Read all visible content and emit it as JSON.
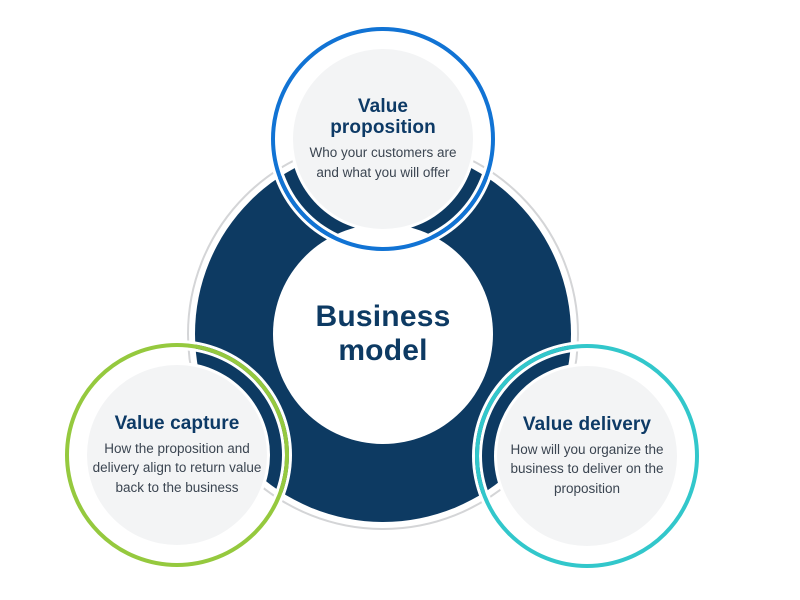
{
  "diagram": {
    "center": {
      "title": "Business model"
    },
    "nodes": [
      {
        "id": "value-proposition",
        "position": "top",
        "title": "Value proposition",
        "description": "Who your customers are and what you will offer",
        "accent_color": "#1173d4"
      },
      {
        "id": "value-capture",
        "position": "bottom-left",
        "title": "Value capture",
        "description": "How the proposition and delivery align to return value back to the business",
        "accent_color": "#95c93e"
      },
      {
        "id": "value-delivery",
        "position": "bottom-right",
        "title": "Value delivery",
        "description": "How will you organize the business to deliver on the proposition",
        "accent_color": "#32c7cb"
      }
    ],
    "colors": {
      "donut": "#0d3a62",
      "heading_text": "#0d3a66",
      "body_text": "#3b4551",
      "node_fill": "#f3f4f5",
      "decorative_ring": "#d4d5d7",
      "background": "#ffffff"
    }
  }
}
